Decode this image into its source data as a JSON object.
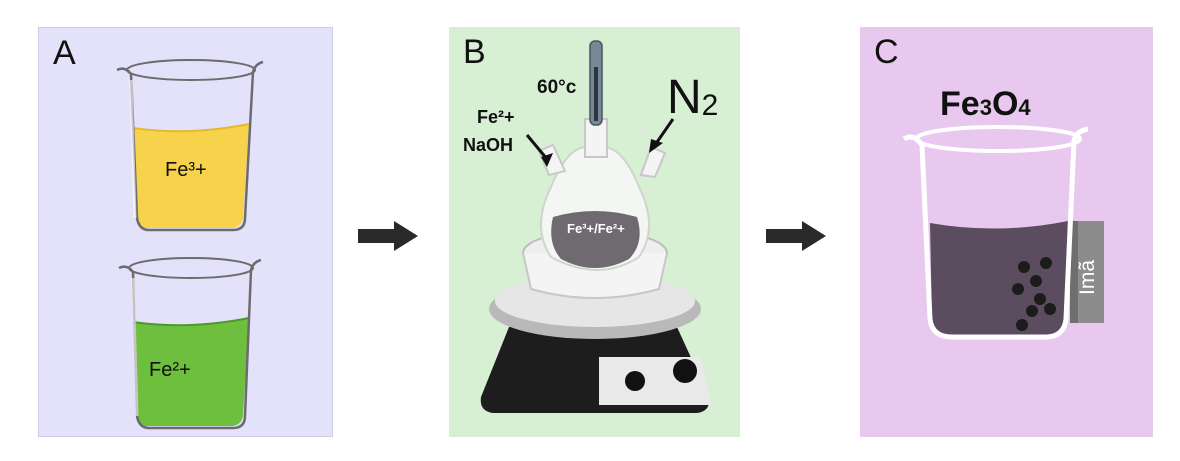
{
  "panels": {
    "a": {
      "letter": "A",
      "beaker1_label": "Fe³+",
      "beaker2_label": "Fe²+"
    },
    "b": {
      "letter": "B",
      "temp": "60°c",
      "reagent1": "Fe²+",
      "reagent2": "NaOH",
      "gas": "N",
      "gas_sub": "2",
      "flask_label": "Fe³+/Fe²+"
    },
    "c": {
      "letter": "C",
      "product_main": "Fe",
      "product_s1": "3",
      "product_mid": "O",
      "product_s2": "4",
      "magnet_label": "Imã"
    }
  },
  "colors": {
    "panel_a": "#e4e2fb",
    "panel_b": "#d7f0d3",
    "panel_c": "#e8c8ee",
    "fe3_liquid": "#f6d34a",
    "fe2_liquid": "#6fbf3f",
    "fe3o4_liquid": "#5b4d5f",
    "arrow": "#2a2a2a"
  },
  "icons": [
    "beaker-icon",
    "arrow-right-icon",
    "three-neck-flask-icon",
    "thermometer-icon",
    "hot-plate-stirrer-icon",
    "magnet-icon",
    "nanoparticle-icon"
  ]
}
